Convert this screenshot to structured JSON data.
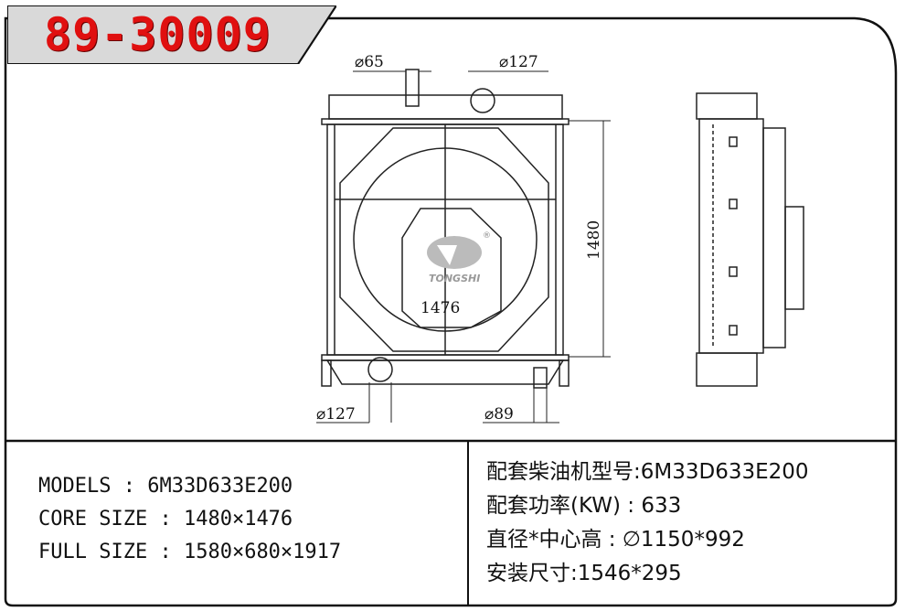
{
  "part_number": "89-30009",
  "dimensions": {
    "outlet_top_left": "⌀65",
    "outlet_top_right": "⌀127",
    "height": "1480",
    "width": "1476",
    "pipe_bottom_left": "⌀127",
    "pipe_bottom_right": "⌀89"
  },
  "logo": {
    "text": "TONGSHI",
    "mark": "®"
  },
  "specs_en": [
    {
      "label": "MODELS",
      "sep": " : ",
      "value": "6M33D633E200"
    },
    {
      "label": "CORE SIZE",
      "sep": " : ",
      "value": "1480×1476"
    },
    {
      "label": "FULL SIZE",
      "sep": " : ",
      "value": "1580×680×1917"
    }
  ],
  "specs_cn": [
    {
      "label": "配套柴油机型号",
      "sep": ":",
      "value": "6M33D633E200"
    },
    {
      "label": "配套功率(KW)",
      "sep": " : ",
      "value": "633"
    },
    {
      "label": "直径*中心高",
      "sep": " : ",
      "value": "∅1150*992"
    },
    {
      "label": "安装尺寸",
      "sep": ":",
      "value": "1546*295"
    }
  ],
  "colors": {
    "part_number": "#e01010",
    "badge_bg": "#d9d9d9",
    "frame": "#111111"
  }
}
